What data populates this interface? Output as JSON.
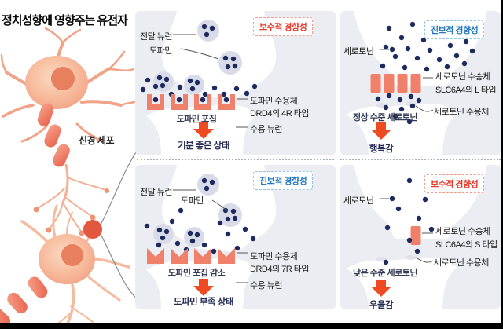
{
  "title": "정치성향에 영향주는 유전자",
  "nerve_cell_label": "신경 세포",
  "colors": {
    "panel_bg": "#ebedf2",
    "dot_navy": "#1d2a5e",
    "vesicle_gray": "#d9dce8",
    "receptor_coral": "#f0806a",
    "arrow_orange": "#ee4b22",
    "conservative_red": "#e73828",
    "progressive_blue": "#2579be",
    "synapse_highlight_red": "#e25740"
  },
  "panels": [
    {
      "id": "dopamine-conservative",
      "type": "dopamine",
      "tendency": "conservative",
      "badge": "보수적 경향성",
      "labels": {
        "transmitter_neuron": "전달 뉴런",
        "molecule": "도파민",
        "capture": "도파민 포집",
        "receptor_name": "도파민 수용체",
        "receptor_type": "DRD4의 4R 타입",
        "receiver_neuron": "수용 뉴런",
        "result": "기분 좋은 상태"
      }
    },
    {
      "id": "dopamine-progressive",
      "type": "dopamine",
      "tendency": "progressive",
      "badge": "진보적 경향성",
      "labels": {
        "transmitter_neuron": "전달 뉴런",
        "molecule": "도파민",
        "capture": "도파민 포집 감소",
        "receptor_name": "도파민 수용체",
        "receptor_type": "DRD4의 7R 타입",
        "receiver_neuron": "수용 뉴런",
        "result": "도파민 부족 상태"
      }
    },
    {
      "id": "serotonin-progressive",
      "type": "serotonin",
      "tendency": "progressive",
      "badge": "진보적 경향성",
      "labels": {
        "molecule": "세로토닌",
        "transporter_name": "세로토닌 수송체",
        "transporter_type": "SLC6A4의 L 타입",
        "receptor": "세로토닌 수용체",
        "level": "정상 수준 세로토닌",
        "result": "행복감"
      }
    },
    {
      "id": "serotonin-conservative",
      "type": "serotonin",
      "tendency": "conservative",
      "badge": "보수적 경향성",
      "labels": {
        "molecule": "세로토닌",
        "transporter_name": "세로토닌 수송체",
        "transporter_type": "SLC6A4의 S 타입",
        "receptor": "세로토닌 수용체",
        "level": "낮은 수준 세로토닌",
        "result": "우울감"
      }
    }
  ]
}
